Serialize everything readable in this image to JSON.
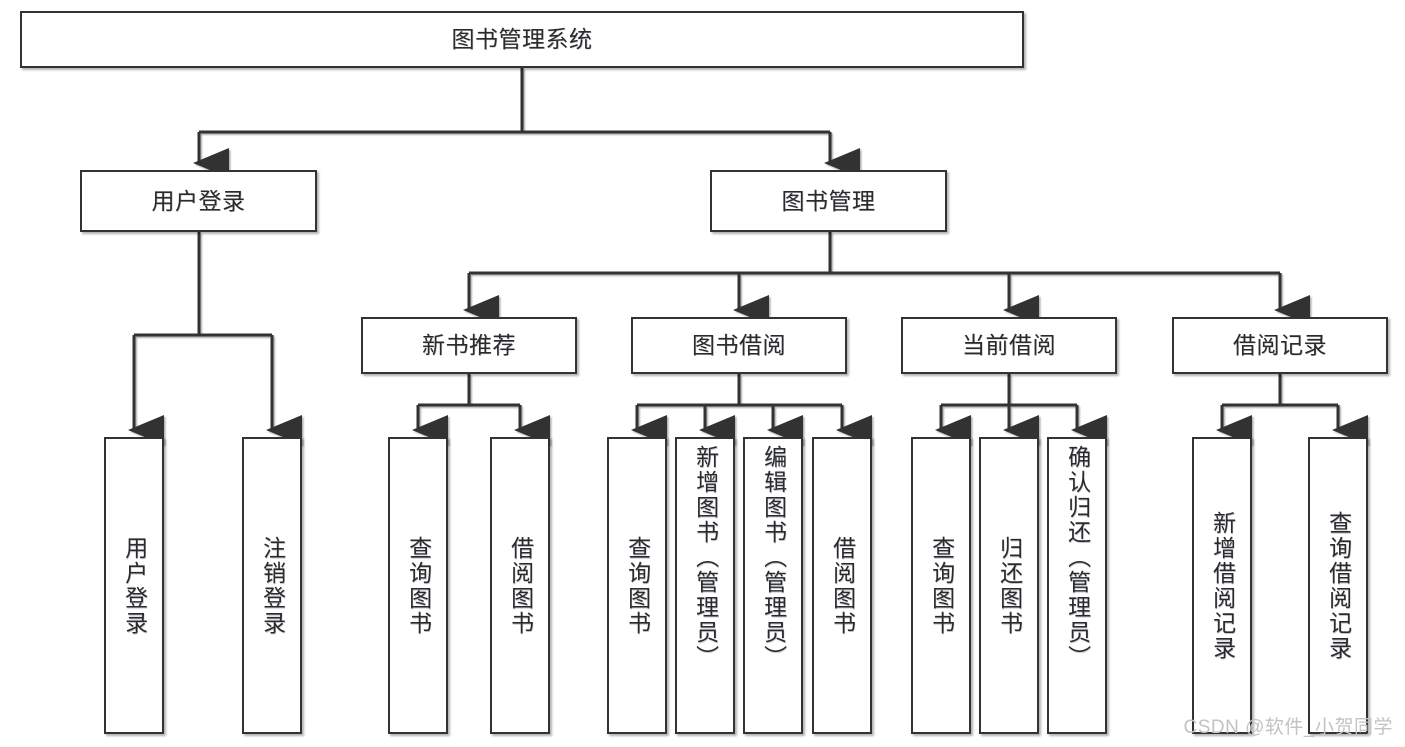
{
  "diagram": {
    "type": "tree",
    "title": "图书管理系统",
    "colors": {
      "stroke": "#333333",
      "fill": "#ffffff",
      "text": "#2b2b2b",
      "background": "#ffffff",
      "watermark": "#c3c3c3"
    },
    "nodes": {
      "root": {
        "label": "图书管理系统",
        "orientation": "horizontal"
      },
      "user_login": {
        "label": "用户登录",
        "orientation": "horizontal"
      },
      "book_manage": {
        "label": "图书管理",
        "orientation": "horizontal"
      },
      "new_book_rec": {
        "label": "新书推荐",
        "orientation": "horizontal"
      },
      "book_borrow": {
        "label": "图书借阅",
        "orientation": "horizontal"
      },
      "current_borrow": {
        "label": "当前借阅",
        "orientation": "horizontal"
      },
      "borrow_record": {
        "label": "借阅记录",
        "orientation": "horizontal"
      },
      "leaf_user_login": {
        "label": "用户登录",
        "orientation": "vertical"
      },
      "leaf_logout": {
        "label": "注销登录",
        "orientation": "vertical"
      },
      "leaf_query_book_1": {
        "label": "查询图书",
        "orientation": "vertical"
      },
      "leaf_borrow_book_1": {
        "label": "借阅图书",
        "orientation": "vertical"
      },
      "leaf_query_book_2": {
        "label": "查询图书",
        "orientation": "vertical"
      },
      "leaf_add_book": {
        "label": "新增图书（管理员）",
        "orientation": "vertical"
      },
      "leaf_edit_book": {
        "label": "编辑图书（管理员）",
        "orientation": "vertical"
      },
      "leaf_borrow_book_2": {
        "label": "借阅图书",
        "orientation": "vertical"
      },
      "leaf_query_book_3": {
        "label": "查询图书",
        "orientation": "vertical"
      },
      "leaf_return_book": {
        "label": "归还图书",
        "orientation": "vertical"
      },
      "leaf_confirm_return": {
        "label": "确认归还（管理员）",
        "orientation": "vertical"
      },
      "leaf_add_record": {
        "label": "新增借阅记录",
        "orientation": "vertical"
      },
      "leaf_query_record": {
        "label": "查询借阅记录",
        "orientation": "vertical"
      }
    },
    "watermark": "CSDN @软件_小贺同学"
  }
}
